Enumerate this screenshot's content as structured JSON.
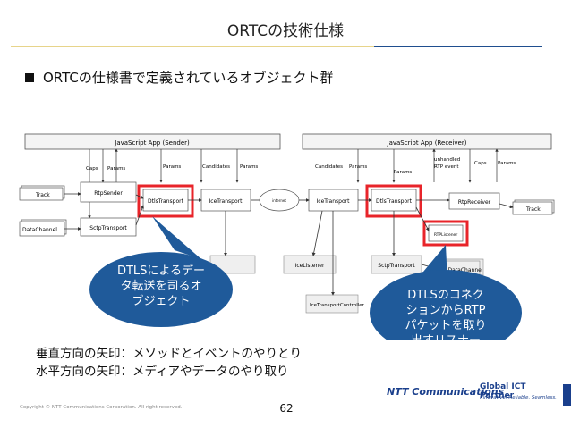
{
  "slide": {
    "title": "ORTCの技術仕様",
    "bullet": "ORTCの仕様書で定義されているオブジェクト群",
    "note1": "垂直方向の矢印：メソッドとイベントのやりとり",
    "note2": "水平方向の矢印：メディアやデータのやり取り",
    "copyright": "Copyright © NTT Communications Corporation. All right reserved.",
    "page": "62"
  },
  "diagram": {
    "app_sender": "JavaScript App (Sender)",
    "app_receiver": "JavaScript App (Receiver)",
    "track_left": "Track",
    "track_right": "Track",
    "datachannel_left": "DataChannel",
    "datachannel_right": "DataChannel",
    "rtpsender": "RtpSender",
    "rtpreceiver": "RtpReceiver",
    "sctp_left": "SctpTransport",
    "sctp_right": "SctpTransport",
    "dtls_left": "DtlsTransport",
    "dtls_right": "DtlsTransport",
    "ice_left": "IceTransport",
    "ice_right": "IceTransport",
    "internet": "internet",
    "icelistener": "IceListener",
    "icetransportcontroller": "IceTransportController",
    "rtplistener": "RTPListener",
    "caps": "Caps",
    "params": "Params",
    "candidates": "Candidates",
    "unhandled": "unhandled",
    "rtp_event": "RTP event"
  },
  "callouts": {
    "left": [
      "DTLSによるデー",
      "タ転送を司るオ",
      "ブジェクト"
    ],
    "right": [
      "DTLSのコネク",
      "ションからRTP",
      "パケットを取り",
      "出すリスナー"
    ]
  },
  "logo": {
    "ntt": "NTT Communications",
    "gict": "Global ICT Partner",
    "tagline": "Innovative. Reliable. Seamless."
  },
  "colors": {
    "highlight": "#e8242a",
    "callout": "#1f5a9a",
    "title_rule": "#e7d48a",
    "brand": "#1a3f8c"
  }
}
